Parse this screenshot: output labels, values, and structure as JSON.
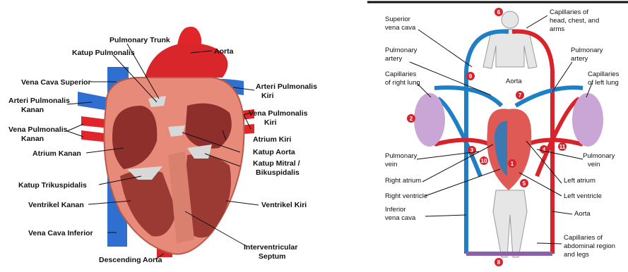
{
  "heart_diagram": {
    "labels": {
      "pulmonary_trunk": "Pulmonary Trunk",
      "katup_pulmonalis": "Katup Pulmonalis",
      "aorta": "Aorta",
      "vena_cava_superior": "Vena Cava Superior",
      "arteri_pulmonalis_kiri": [
        "Arteri Pulmonalis",
        "Kiri"
      ],
      "arteri_pulmonalis_kanan": [
        "Arteri Pulmonalis",
        "Kanan"
      ],
      "vena_pulmonalis_kiri": [
        "Vena Pulmonalis",
        "Kiri"
      ],
      "vena_pulmonalis_kanan": [
        "Vena Pulmonalis",
        "Kanan"
      ],
      "atrium_kiri": "Atrium Kiri",
      "atrium_kanan": "Atrium Kanan",
      "katup_aorta": "Katup Aorta",
      "katup_mitral": [
        "Katup Mitral /",
        "Bikuspidalis"
      ],
      "katup_trikuspidalis": "Katup Trikuspidalis",
      "ventrikel_kanan": "Ventrikel Kanan",
      "ventrikel_kiri": "Ventrikel Kiri",
      "vena_cava_inferior": "Vena Cava Inferior",
      "interventricular_septum": [
        "Interventricular",
        "Septum"
      ],
      "descending_aorta": "Descending Aorta"
    }
  },
  "circulation_diagram": {
    "labels": {
      "superior_vena_cava": [
        "Superior",
        "vena cava"
      ],
      "capillaries_head": [
        "Capillaries of",
        "head, chest, and",
        "arms"
      ],
      "pulmonary_artery_left": [
        "Pulmonary",
        "artery"
      ],
      "pulmonary_artery_right": [
        "Pulmonary",
        "artery"
      ],
      "aorta_top": "Aorta",
      "capillaries_right_lung": [
        "Capillaries",
        "of right lung"
      ],
      "capillaries_left_lung": [
        "Capillaries",
        "of left lung"
      ],
      "pulmonary_vein_left": [
        "Pulmonary",
        "vein"
      ],
      "pulmonary_vein_right": [
        "Pulmonary",
        "vein"
      ],
      "right_atrium": "Right atrium",
      "left_atrium": "Left atrium",
      "right_ventricle": "Right ventricle",
      "left_ventricle": "Left ventricle",
      "inferior_vena_cava": [
        "Inferior",
        "vena cava"
      ],
      "aorta_bottom": "Aorta",
      "capillaries_abdominal": [
        "Capillaries of",
        "abdominal region",
        "and legs"
      ]
    },
    "step_numbers": [
      "1",
      "2",
      "3",
      "4",
      "5",
      "6",
      "7",
      "8",
      "9",
      "10",
      "11"
    ],
    "colors": {
      "oxygenated": "#d8232a",
      "deoxygenated": "#1f7fc4",
      "heart": "#e05a55",
      "lung": "#c9a6d6"
    }
  }
}
